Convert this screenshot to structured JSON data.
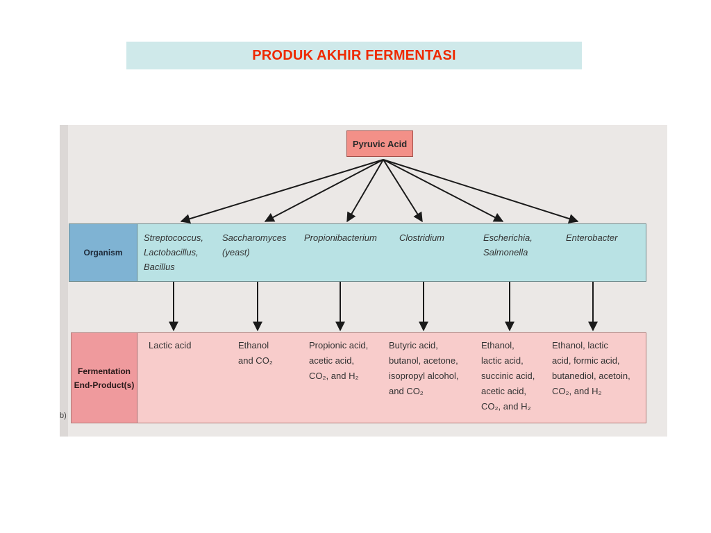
{
  "title": "PRODUK AKHIR FERMENTASI",
  "root": "Pyruvic Acid",
  "row_labels": {
    "organism": "Organism",
    "products_line1": "Fermentation",
    "products_line2": "End-Product(s)"
  },
  "columns": [
    {
      "organism": "Streptococcus,\nLactobacillus,\nBacillus",
      "products": "Lactic acid"
    },
    {
      "organism": "Saccharomyces\n(yeast)",
      "products": "Ethanol\nand CO₂"
    },
    {
      "organism": "Propionibacterium",
      "products": "Propionic acid,\nacetic acid,\nCO₂, and H₂"
    },
    {
      "organism": "Clostridium",
      "products": "Butyric acid,\nbutanol, acetone,\nisopropyl alcohol,\nand CO₂"
    },
    {
      "organism": "Escherichia,\nSalmonella",
      "products": "Ethanol,\nlactic acid,\nsuccinic acid,\nacetic acid,\nCO₂, and H₂"
    },
    {
      "organism": "Enterobacter",
      "products": "Ethanol, lactic\nacid, formic acid,\nbutanediol, acetoin,\nCO₂, and H₂"
    }
  ],
  "figure_mark": "b)",
  "colors": {
    "title_text": "#ee2a00",
    "title_bg": "#cfe9ea",
    "root_box": "#f39088",
    "organism_band": "#b9e2e4",
    "organism_label": "#7fb3d3",
    "product_band": "#f8cccb",
    "product_label": "#ef9a9d"
  }
}
